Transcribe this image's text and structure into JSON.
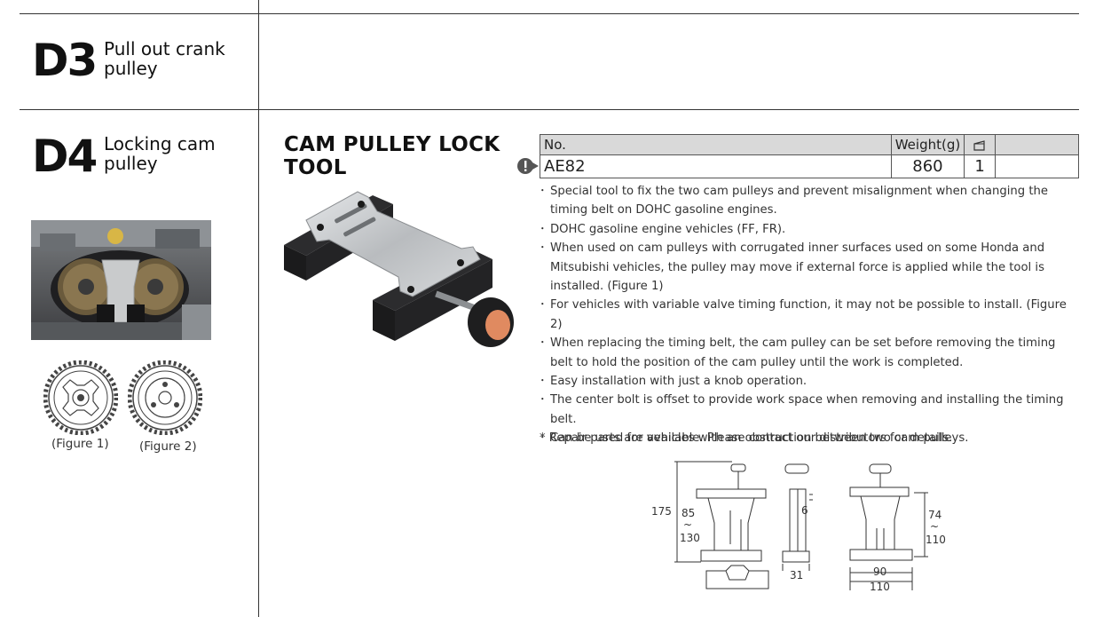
{
  "sections": {
    "d3": {
      "code": "D3",
      "title_line1": "Pull out crank",
      "title_line2": "pulley"
    },
    "d4": {
      "code": "D4",
      "title_line1": "Locking cam",
      "title_line2": "pulley"
    }
  },
  "figures": {
    "fig1_caption": "(Figure 1)",
    "fig2_caption": "(Figure 2)"
  },
  "product": {
    "title_line1": "CAM PULLEY LOCK",
    "title_line2": "TOOL",
    "warning_icon": "exclamation-circle-arrow-icon",
    "spec_table": {
      "headers": {
        "no": "No.",
        "weight": "Weight(g)",
        "qty_icon": "box-quantity-icon"
      },
      "row": {
        "no": "AE82",
        "weight": "860",
        "qty": "1"
      }
    },
    "features": [
      "Special tool to fix the two cam pulleys and prevent misalignment when changing the timing belt on DOHC gasoline engines.",
      "DOHC gasoline engine vehicles (FF, FR).",
      "When used on cam pulleys with corrugated inner surfaces used on some Honda and Mitsubishi vehicles, the pulley may move if external force is applied while the tool is installed. (Figure 1)",
      "For vehicles with variable valve timing function, it may not be possible to install. (Figure 2)",
      "When replacing the timing belt, the cam pulley can be set before removing the timing belt to hold the position of the cam pulley until the work is completed.",
      "Easy installation with just a knob operation.",
      "The center bolt is offset to provide work space when removing and installing the timing belt.",
      "Can be used for vehicles with an obstruction between two cam pulleys."
    ],
    "footnote": "* Repair parts are available. Please contact our distributors for details."
  },
  "dimensions": {
    "overall_height": "175",
    "height_range_min": "85",
    "height_range_max": "130",
    "tilde": "~",
    "thickness": "6",
    "depth": "31",
    "span_min": "74",
    "span_max": "110",
    "width_inner": "90",
    "width_outer": "110"
  }
}
